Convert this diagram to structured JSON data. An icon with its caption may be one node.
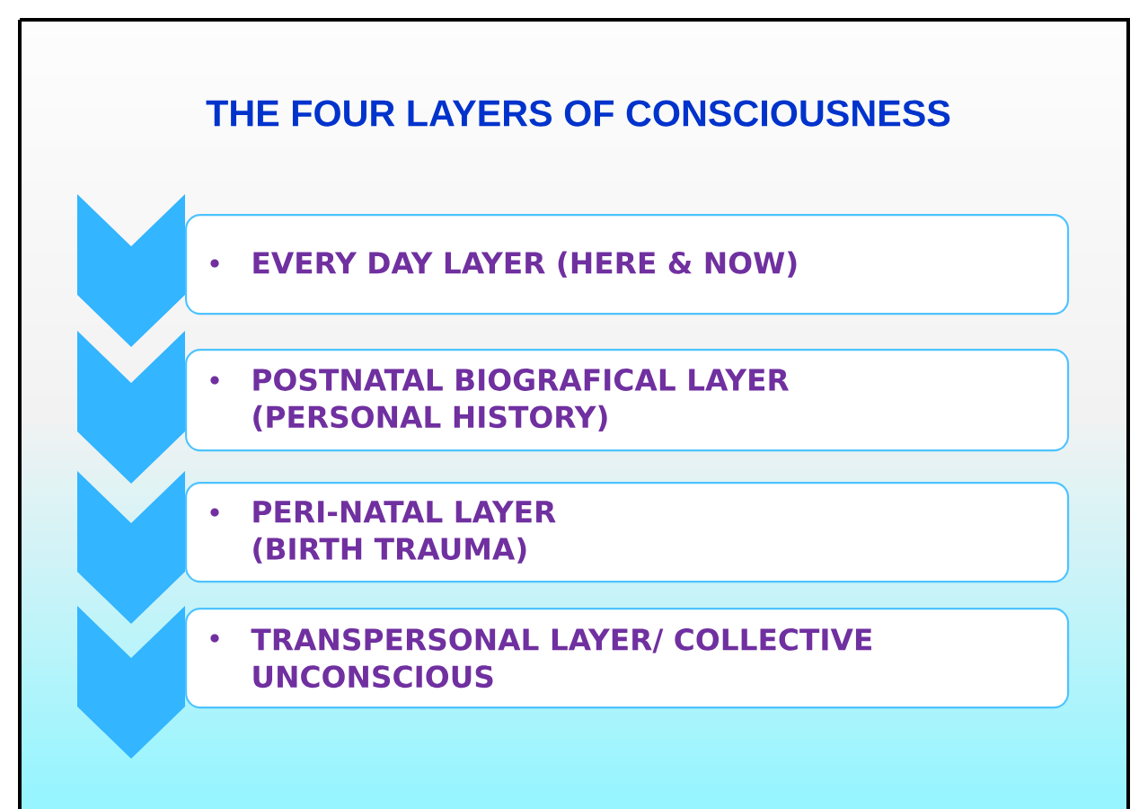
{
  "diagram": {
    "title": "THE FOUR LAYERS OF CONSCIOUSNESS",
    "nodes": [
      {
        "text": [
          "EVERY DAY LAYER (HERE & NOW)"
        ]
      },
      {
        "text": [
          "POSTNATAL BIOGRAFICAL LAYER (PERSONAL HISTORY)"
        ]
      },
      {
        "text": [
          "PERI-NATAL LAYER (BIRTH TRAUMA)"
        ]
      },
      {
        "text": [
          "TRANSPERSONAL LAYER/ COLLECTIVE UNCONSCIOUS"
        ]
      }
    ]
  }
}
